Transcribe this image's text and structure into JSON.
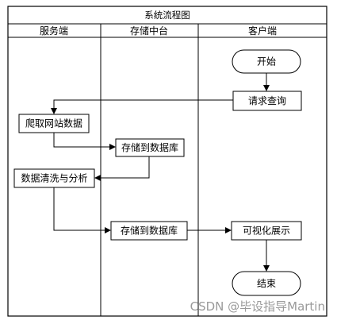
{
  "diagram": {
    "title": "系统流程图",
    "lanes": [
      {
        "id": "server",
        "label": "服务端"
      },
      {
        "id": "storage",
        "label": "存储中台"
      },
      {
        "id": "client",
        "label": "客户端"
      }
    ],
    "nodes": [
      {
        "id": "start",
        "label": "开始",
        "shape": "terminator",
        "lane": "client"
      },
      {
        "id": "request",
        "label": "请求查询",
        "shape": "process",
        "lane": "client"
      },
      {
        "id": "crawl",
        "label": "爬取网站数据",
        "shape": "process",
        "lane": "server"
      },
      {
        "id": "store1",
        "label": "存储到数据库",
        "shape": "process",
        "lane": "storage"
      },
      {
        "id": "clean",
        "label": "数据清洗与分析",
        "shape": "process",
        "lane": "server"
      },
      {
        "id": "store2",
        "label": "存储到数据库",
        "shape": "process",
        "lane": "storage"
      },
      {
        "id": "visual",
        "label": "可视化展示",
        "shape": "process",
        "lane": "client"
      },
      {
        "id": "end",
        "label": "结束",
        "shape": "terminator",
        "lane": "client"
      }
    ],
    "edges": [
      {
        "from": "start",
        "to": "request"
      },
      {
        "from": "request",
        "to": "crawl"
      },
      {
        "from": "crawl",
        "to": "store1"
      },
      {
        "from": "store1",
        "to": "clean"
      },
      {
        "from": "clean",
        "to": "store2"
      },
      {
        "from": "store2",
        "to": "visual"
      },
      {
        "from": "visual",
        "to": "end"
      }
    ]
  },
  "watermark": "CSDN @毕设指导Martin",
  "colors": {
    "line": "#000000",
    "background": "#ffffff",
    "watermark": "#9a9a9a"
  }
}
